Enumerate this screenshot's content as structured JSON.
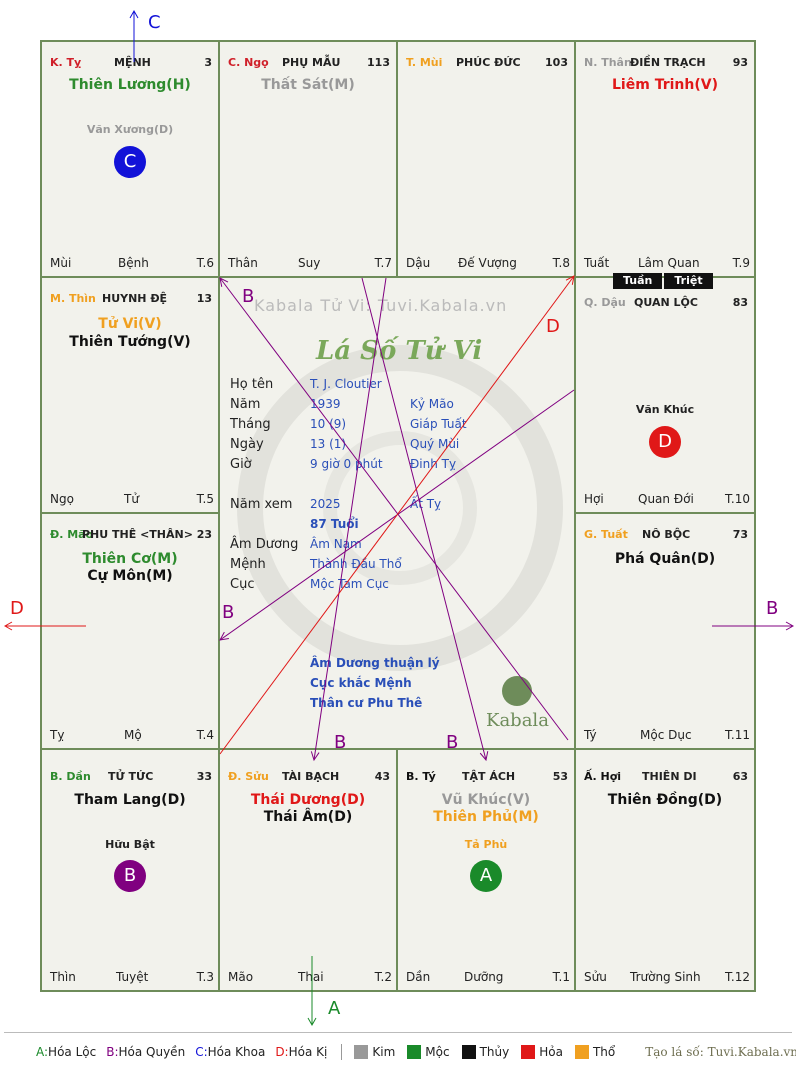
{
  "cells": [
    {
      "id": "k-ty",
      "can": "K. Tỵ",
      "can_color": "#d0202a",
      "palace": "MỆNH",
      "number": "3",
      "stars": [
        {
          "text": "Thiên Lương(H)",
          "color": "#2e8b2e"
        }
      ],
      "minor": [
        {
          "text": "Văn Xương(D)",
          "color": "#999999"
        }
      ],
      "badge": {
        "letter": "C",
        "color": "#1212d8"
      },
      "foot_left": "Mùi",
      "foot_mid": "Bệnh",
      "foot_right": "T.6"
    },
    {
      "id": "c-ngo",
      "can": "C. Ngọ",
      "can_color": "#d0202a",
      "palace": "PHỤ MẪU",
      "number": "113",
      "stars": [
        {
          "text": "Thất Sát(M)",
          "color": "#999999"
        }
      ],
      "minor": [],
      "badge": null,
      "foot_left": "Thân",
      "foot_mid": "Suy",
      "foot_right": "T.7"
    },
    {
      "id": "t-mui",
      "can": "T. Mùi",
      "can_color": "#f0a020",
      "palace": "PHÚC ĐỨC",
      "number": "103",
      "stars": [],
      "minor": [],
      "badge": null,
      "foot_left": "Dậu",
      "foot_mid": "Đế Vượng",
      "foot_right": "T.8"
    },
    {
      "id": "n-than",
      "can": "N. Thân",
      "can_color": "#999999",
      "palace": "ĐIỀN TRẠCH",
      "number": "93",
      "stars": [
        {
          "text": "Liêm Trinh(V)",
          "color": "#e01818"
        }
      ],
      "minor": [],
      "badge": null,
      "foot_left": "Tuất",
      "foot_mid": "Lâm Quan",
      "foot_right": "T.9"
    },
    {
      "id": "m-thin",
      "can": "M. Thìn",
      "can_color": "#f0a020",
      "palace": "HUYNH ĐỆ",
      "number": "13",
      "stars": [
        {
          "text": "Tử Vi(V)",
          "color": "#f0a020"
        },
        {
          "text": "Thiên Tướng(V)",
          "color": "#111111"
        }
      ],
      "minor": [],
      "badge": null,
      "foot_left": "Ngọ",
      "foot_mid": "Tử",
      "foot_right": "T.5"
    },
    {
      "id": "q-dau",
      "can": "Q. Dậu",
      "can_color": "#999999",
      "palace": "QUAN LỘC",
      "number": "83",
      "stars": [],
      "minor": [
        {
          "text": "Văn Khúc",
          "color": "#222222"
        }
      ],
      "badge": {
        "letter": "D",
        "color": "#e01818"
      },
      "foot_left": "Hợi",
      "foot_mid": "Quan Đới",
      "foot_right": "T.10"
    },
    {
      "id": "d-mao",
      "can": "Đ. Mão",
      "can_color": "#2e8b2e",
      "palace": "PHU THÊ <THÂN>",
      "number": "23",
      "stars": [
        {
          "text": "Thiên Cơ(M)",
          "color": "#2e8b2e"
        },
        {
          "text": "Cự Môn(M)",
          "color": "#111111"
        }
      ],
      "minor": [],
      "badge": null,
      "foot_left": "Tỵ",
      "foot_mid": "Mộ",
      "foot_right": "T.4"
    },
    {
      "id": "g-tuat",
      "can": "G. Tuất",
      "can_color": "#f0a020",
      "palace": "NÔ BỘC",
      "number": "73",
      "stars": [
        {
          "text": "Phá Quân(D)",
          "color": "#111111"
        }
      ],
      "minor": [],
      "badge": null,
      "foot_left": "Tý",
      "foot_mid": "Mộc Dục",
      "foot_right": "T.11"
    },
    {
      "id": "b-dan",
      "can": "B. Dần",
      "can_color": "#2e8b2e",
      "palace": "TỬ TỨC",
      "number": "33",
      "stars": [
        {
          "text": "Tham Lang(D)",
          "color": "#111111"
        }
      ],
      "minor": [
        {
          "text": "Hữu Bật",
          "color": "#222222"
        }
      ],
      "badge": {
        "letter": "B",
        "color": "#800080"
      },
      "foot_left": "Thìn",
      "foot_mid": "Tuyệt",
      "foot_right": "T.3"
    },
    {
      "id": "d-suu",
      "can": "Đ. Sửu",
      "can_color": "#f0a020",
      "palace": "TÀI BẠCH",
      "number": "43",
      "stars": [
        {
          "text": "Thái Dương(D)",
          "color": "#e01818"
        },
        {
          "text": "Thái Âm(D)",
          "color": "#111111"
        }
      ],
      "minor": [],
      "badge": null,
      "foot_left": "Mão",
      "foot_mid": "Thai",
      "foot_right": "T.2"
    },
    {
      "id": "b-ty",
      "can": "B. Tý",
      "can_color": "#111111",
      "palace": "TẬT ÁCH",
      "number": "53",
      "stars": [
        {
          "text": "Vũ Khúc(V)",
          "color": "#999999"
        },
        {
          "text": "Thiên Phủ(M)",
          "color": "#f0a020"
        }
      ],
      "minor": [
        {
          "text": "Tả Phù",
          "color": "#f0a020"
        }
      ],
      "badge": {
        "letter": "A",
        "color": "#1a8a2a"
      },
      "foot_left": "Dần",
      "foot_mid": "Dưỡng",
      "foot_right": "T.1"
    },
    {
      "id": "a-hoi",
      "can": "Ấ. Hợi",
      "can_color": "#111111",
      "palace": "THIÊN DI",
      "number": "63",
      "stars": [
        {
          "text": "Thiên Đồng(D)",
          "color": "#111111"
        }
      ],
      "minor": [],
      "badge": null,
      "foot_left": "Sửu",
      "foot_mid": "Trường Sinh",
      "foot_right": "T.12"
    }
  ],
  "tuan": "Tuần",
  "triet": "Triệt",
  "center": {
    "watermark": "Kabala Tử Vi: Tuvi.Kabala.vn",
    "title": "Lá Số Tử Vi",
    "rows": [
      {
        "label": "Họ tên",
        "value": "T. J. Cloutier",
        "extra": ""
      },
      {
        "label": "Năm",
        "value": "1939",
        "extra": "Kỷ Mão"
      },
      {
        "label": "Tháng",
        "value": "10 (9)",
        "extra": "Giáp Tuất"
      },
      {
        "label": "Ngày",
        "value": "13 (1)",
        "extra": "Quý Mùi"
      },
      {
        "label": "Giờ",
        "value": "9 giờ 0 phút",
        "extra": "Đinh Tỵ"
      },
      {
        "label": "Năm xem",
        "value": "2025",
        "extra": "Ất Tỵ"
      },
      {
        "label": "",
        "value": "87 Tuổi",
        "extra": ""
      },
      {
        "label": "Âm Dương",
        "value": "Âm Nam",
        "extra": ""
      },
      {
        "label": "Mệnh",
        "value": "Thành Đầu Thổ",
        "extra": ""
      },
      {
        "label": "Cục",
        "value": "Mộc Tam Cục",
        "extra": ""
      }
    ],
    "notes": [
      "Âm Dương thuận lý",
      "Cục khắc Mệnh",
      "Thân cư Phu Thê"
    ],
    "brand": "Kabala"
  },
  "lines": {
    "B": "#800080",
    "D": "#e01818",
    "C": "#1212d8",
    "A": "#1a8a2a"
  },
  "outer_labels": {
    "c": "C",
    "d": "D",
    "b": "B",
    "a": "A"
  },
  "inner_labels": {
    "b1": "B",
    "b2": "B",
    "b3": "B",
    "b4": "B",
    "d": "D"
  },
  "legend": {
    "hoa": [
      {
        "key": "A",
        "text": "Hóa Lộc",
        "color": "#1a8a2a"
      },
      {
        "key": "B",
        "text": "Hóa Quyền",
        "color": "#800080"
      },
      {
        "key": "C",
        "text": "Hóa Khoa",
        "color": "#1212d8"
      },
      {
        "key": "D",
        "text": "Hóa Kị",
        "color": "#e01818"
      }
    ],
    "elements": [
      {
        "text": "Kim",
        "color": "#999999"
      },
      {
        "text": "Mộc",
        "color": "#1a8a2a"
      },
      {
        "text": "Thủy",
        "color": "#111111"
      },
      {
        "text": "Hỏa",
        "color": "#e01818"
      },
      {
        "text": "Thổ",
        "color": "#f0a020"
      }
    ],
    "credit": "Tạo lá số: Tuvi.Kabala.vn"
  }
}
